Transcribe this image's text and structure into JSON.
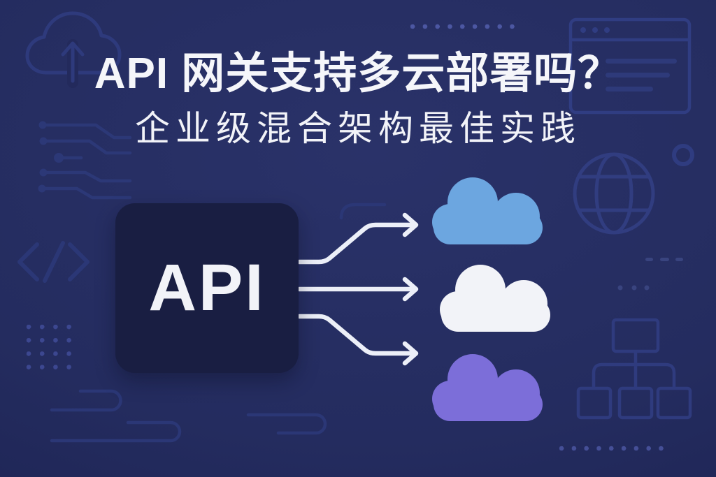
{
  "page": {
    "title": "API 网关支持多云部署吗？",
    "subtitle": "企业级混合架构最佳实践"
  },
  "diagram": {
    "api_box": {
      "label": "API",
      "bg_color": "#191E42",
      "text_color": "#F2F3F8"
    },
    "arrow_color": "#ECEFF8",
    "clouds": [
      {
        "name": "cloud-top",
        "color": "#6CA6E0"
      },
      {
        "name": "cloud-middle",
        "color": "#F2F3F8"
      },
      {
        "name": "cloud-bottom",
        "color": "#7C6ED9"
      }
    ],
    "connections": [
      {
        "from": "api-box",
        "to": "cloud-top"
      },
      {
        "from": "api-box",
        "to": "cloud-middle"
      },
      {
        "from": "api-box",
        "to": "cloud-bottom"
      }
    ]
  },
  "colors": {
    "background_center": "#2A3269",
    "background_edge": "#1B2150",
    "decoration_line": "#2E3A7C",
    "title_text": "#F5F6FA"
  },
  "decorative_icons": [
    "cloud-upload-icon",
    "circuit-traces-icon",
    "code-brackets-icon",
    "dot-grid",
    "swoosh-lines",
    "dots-row-top",
    "browser-window-icon",
    "globe-icon",
    "ring-icon",
    "dash-row-right",
    "dots-row-right",
    "flowchart-icon",
    "dots-row-bottom"
  ]
}
